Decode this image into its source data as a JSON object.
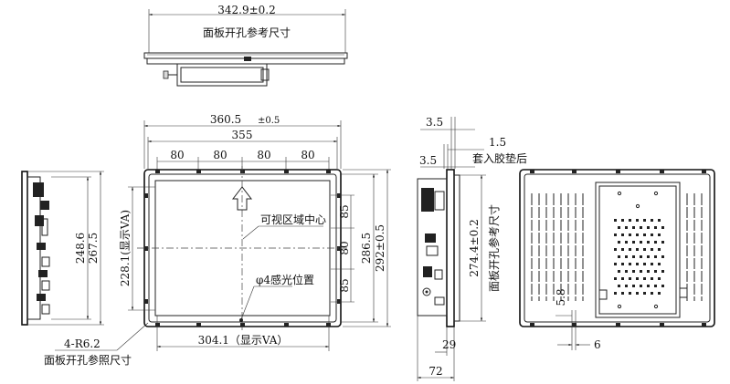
{
  "top_view": {
    "width_dim": "342.9±0.2",
    "cutout_label": "面板开孔参考尺寸"
  },
  "front_view": {
    "overall_width": "360.5",
    "overall_width_tol": "±0.5",
    "bezel_width": "355",
    "hole_spacings": [
      "80",
      "80",
      "80",
      "80"
    ],
    "va_width": "304.1（显示VA）",
    "va_height": "228.1(显示VA)",
    "right_spacings": [
      "85",
      "80",
      "85"
    ],
    "inner_height": "286.5",
    "overall_height": "292±0.5",
    "center_label": "可视区域中心",
    "sensor_label": "φ4感光位置",
    "corner_radius": "4-R6.2",
    "corner_label": "面板开孔参照尺寸"
  },
  "left_side_view": {
    "height_a": "248.6",
    "height_b": "267.5"
  },
  "side_view": {
    "dim_top": "3.5",
    "dim_mid": "3.5",
    "gasket_dim": "1.5",
    "gasket_label": "套入胶垫后",
    "cutout_height": "274.4±0.2",
    "cutout_label": "面板开孔参考尺寸",
    "depth_a": "29",
    "depth_b": "72"
  },
  "rear_view": {
    "dim_a": "5.8",
    "dim_b": "6"
  }
}
